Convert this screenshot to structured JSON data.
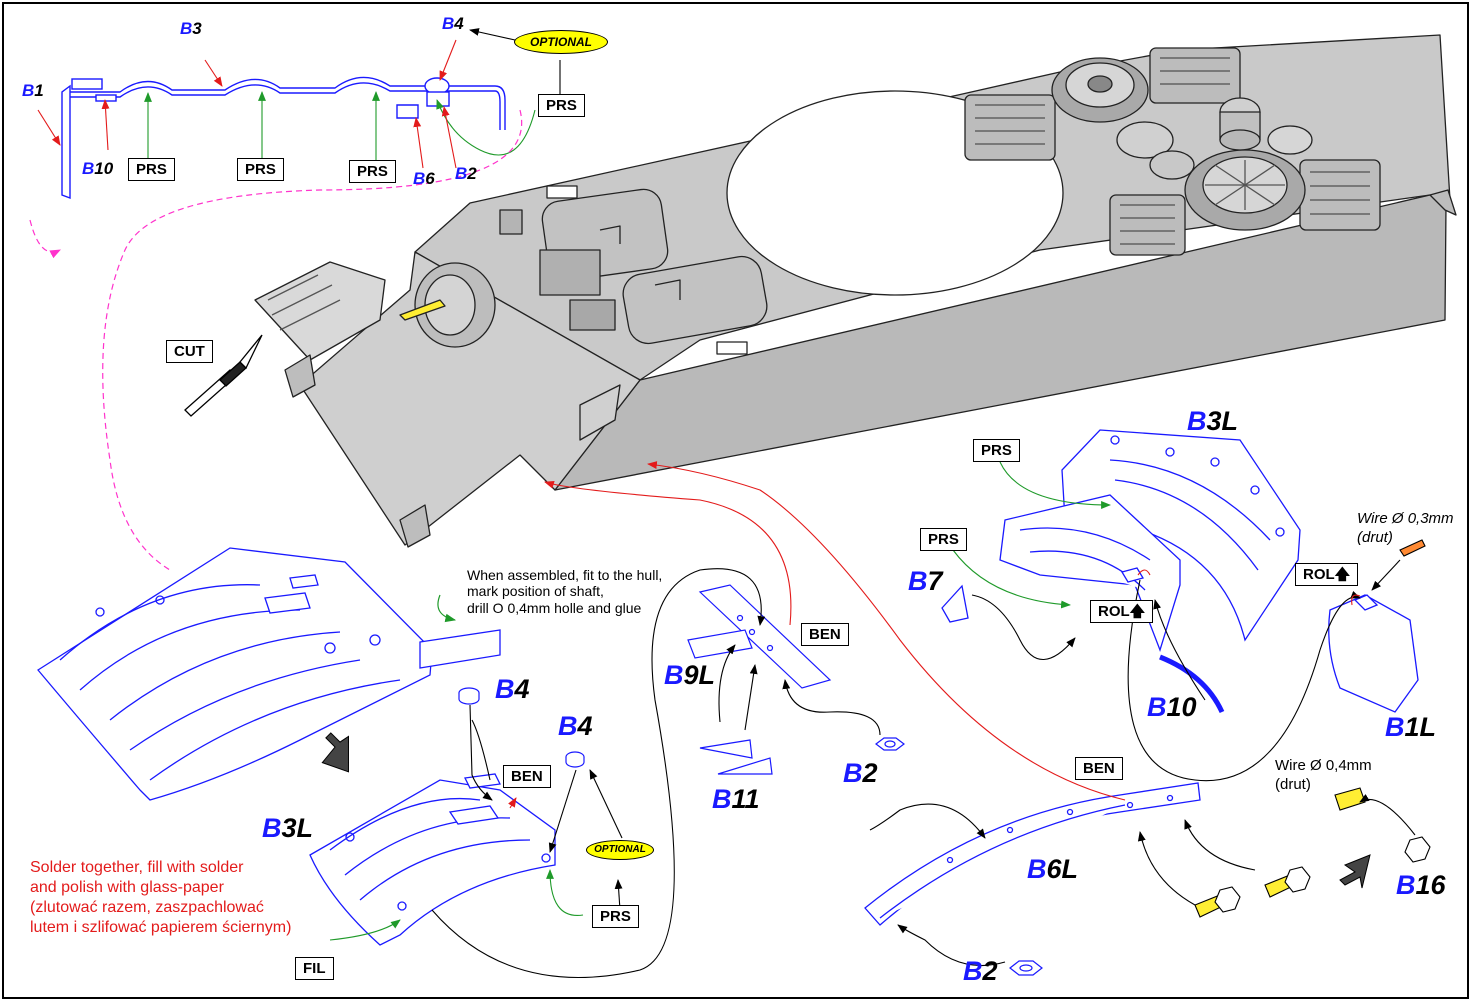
{
  "labels": {
    "b1": {
      "prefix": "B",
      "num": "1"
    },
    "b3": {
      "prefix": "B",
      "num": "3"
    },
    "b4_top": {
      "prefix": "B",
      "num": "4"
    },
    "b10_top": {
      "prefix": "B",
      "num": "10"
    },
    "b6": {
      "prefix": "B",
      "num": "6"
    },
    "b2_top": {
      "prefix": "B",
      "num": "2"
    },
    "b3l_right": {
      "prefix": "B",
      "num": "3L"
    },
    "b7": {
      "prefix": "B",
      "num": "7"
    },
    "b10_right": {
      "prefix": "B",
      "num": "10"
    },
    "b1l": {
      "prefix": "B",
      "num": "1L"
    },
    "b4_a": {
      "prefix": "B",
      "num": "4"
    },
    "b4_b": {
      "prefix": "B",
      "num": "4"
    },
    "b3l_left": {
      "prefix": "B",
      "num": "3L"
    },
    "b9l": {
      "prefix": "B",
      "num": "9L"
    },
    "b11": {
      "prefix": "B",
      "num": "11"
    },
    "b2_mid": {
      "prefix": "B",
      "num": "2"
    },
    "b6l": {
      "prefix": "B",
      "num": "6L"
    },
    "b2_bottom": {
      "prefix": "B",
      "num": "2"
    },
    "b16": {
      "prefix": "B",
      "num": "16"
    }
  },
  "ops": {
    "prs_1": "PRS",
    "prs_2": "PRS",
    "prs_3": "PRS",
    "prs_4": "PRS",
    "prs_5": "PRS",
    "prs_6": "PRS",
    "prs_7": "PRS",
    "cut": "CUT",
    "ben_1": "BEN",
    "ben_2": "BEN",
    "ben_3": "BEN",
    "rol_1": "ROL",
    "rol_2": "ROL",
    "fil": "FIL"
  },
  "optional": {
    "top": "OPTIONAL",
    "bottom": "OPTIONAL"
  },
  "notes": {
    "assembly": [
      "When assembled, fit to the hull,",
      "mark position of shaft,",
      "drill O 0,4mm holle and glue"
    ],
    "solder": [
      "Solder together, fill with solder",
      "and polish with glass-paper",
      "(zlutować razem, zaszpachlować",
      "lutem i szlifować papierem ściernym)"
    ]
  },
  "wires": {
    "w03": [
      "Wire Ø 0,3mm",
      "(drut)"
    ],
    "w04": [
      "Wire Ø 0,4mm",
      "(drut)"
    ]
  },
  "colors": {
    "part_blue": "#1a1aff",
    "arrow_red": "#e31b1b",
    "arrow_green": "#1f9a2a",
    "guide_magenta": "#ff33cc",
    "hull_gray": "#c8c8c8",
    "optional_yellow": "#ffff00"
  }
}
